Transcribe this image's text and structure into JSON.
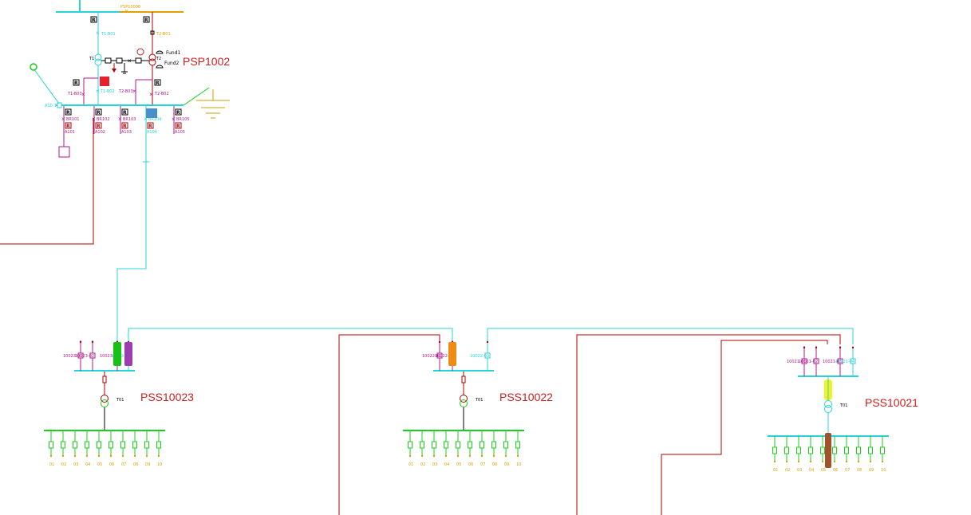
{
  "colors": {
    "line_red": "#b00000",
    "bus_cyan": "#27d3d8",
    "bus_magenta": "#b0178a",
    "feeder_orange": "#e0a000",
    "lv_green": "#18d018",
    "label_red": "#cc1f1f",
    "ground_gold": "#c8a000"
  },
  "primary_station": {
    "name": "PSP1002",
    "line_label": "PSP10000",
    "fan_labels": [
      "Fund1",
      "Fund2"
    ],
    "transformers": [
      "T1",
      "T2"
    ],
    "incomers": [
      "T1-B01",
      "T2-B01"
    ],
    "secondary_breakers": [
      "T1-B02",
      "T2-B02"
    ],
    "bus_coupler": [
      "T1-B03",
      "T2-B03"
    ],
    "bus_label": "A10-1",
    "feeders": [
      {
        "top": "BR101",
        "bottom": "A101"
      },
      {
        "top": "BR102",
        "bottom": "A102"
      },
      {
        "top": "BR103",
        "bottom": "A103"
      },
      {
        "top": "BR104",
        "bottom": "A104"
      },
      {
        "top": "BR105",
        "bottom": "A105"
      }
    ],
    "remote_tag": "R"
  },
  "secondary_stations": [
    {
      "name": "PSS10023",
      "transformer": "T01",
      "feeder_labels": [
        "10023-01",
        "10023-02",
        "10023-03",
        "10023-04"
      ],
      "lv_outputs": [
        "01",
        "02",
        "03",
        "04",
        "05",
        "06",
        "07",
        "08",
        "09",
        "10"
      ]
    },
    {
      "name": "PSS10022",
      "transformer": "T01",
      "feeder_labels": [
        "10022-01",
        "10022-02",
        "10022-03"
      ],
      "lv_outputs": [
        "01",
        "02",
        "03",
        "04",
        "05",
        "06",
        "07",
        "08",
        "09",
        "10"
      ]
    },
    {
      "name": "PSS10021",
      "transformer": "T01",
      "feeder_labels": [
        "10021-01",
        "10021-02",
        "10021-03",
        "10021-04"
      ],
      "lv_outputs": [
        "01",
        "02",
        "03",
        "04",
        "05",
        "06",
        "07",
        "08",
        "09",
        "10"
      ]
    }
  ]
}
